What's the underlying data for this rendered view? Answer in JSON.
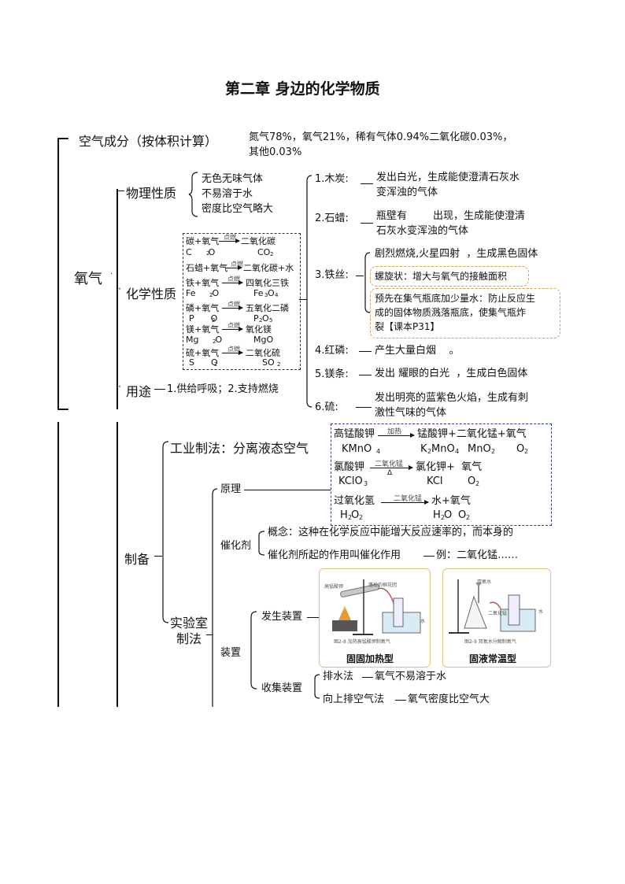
{
  "title": "第二章 身边的化学物质",
  "oxygen": {
    "label": "氧气",
    "air": {
      "label": "空气成分（按体积计算）",
      "line1": "氮气78%，氧气21%，稀有气体0.94%二氧化碳0.03%，",
      "line2": "其他0.03%"
    },
    "physical": {
      "label": "物理性质",
      "items": [
        "无色无味气体",
        "不易溶于水",
        "密度比空气略大"
      ]
    },
    "chemical": {
      "label": "化学性质",
      "condition": "点燃",
      "reactions": [
        {
          "words": "碳+氧气",
          "product": "二氧化碳",
          "formulas": "C      O",
          "prod_formula": "CO"
        },
        {
          "words": "石蜡+氧气",
          "product": "二氧化碳+水"
        },
        {
          "words": "铁+氧气",
          "product": "四氧化三铁",
          "formulas": "Fe      O",
          "prod_formula": "Fe"
        },
        {
          "words": "磷+氧气",
          "product": "五氧化二磷",
          "formulas": "P      O",
          "prod_formula": "P"
        },
        {
          "words": "镁+氧气",
          "product": "氧化镁",
          "formulas": "Mg      O",
          "prod_formula": "MgO"
        },
        {
          "words": "硫+氧气",
          "product": "二氧化硫",
          "formulas": "S      O",
          "prod_formula": "SO"
        }
      ]
    },
    "phenomena": [
      {
        "label": "1.木炭:",
        "line1": "发出白光，生成能使澄清石灰水",
        "line2": "变浑浊的气体"
      },
      {
        "label": "2.石蜡:",
        "line1": "瓶壁有        出现，生成能使澄清",
        "line2": "石灰水变浑浊的气体"
      },
      {
        "label": "3.铁丝:",
        "line1": "剧烈燃烧,火星四射  ，生成黑色固体",
        "spiral": "螺旋状：增大与氧气的接触面积",
        "prevent1": "预先在集气瓶底加少量水：防止反应生",
        "prevent2": "成的固体物质溅落瓶底，使集气瓶炸",
        "prevent3": "裂【课本P31】"
      },
      {
        "label": "4.红磷:",
        "line1": "产生大量白烟    。"
      },
      {
        "label": "5.镁条:",
        "line1": "发出 耀眼的白光  ，生成白色固体"
      },
      {
        "label": "6.硫:",
        "line1": "发出明亮的蓝紫色火焰，生成有刺",
        "line2": "激性气味的气体"
      }
    ],
    "uses": {
      "label": "用途",
      "text": "1.供给呼吸；2.支持燃烧"
    }
  },
  "prep": {
    "label": "制备",
    "industry": "工业制法：分离液态空气",
    "lab": {
      "label1": "实验室",
      "label2": "制法",
      "principle": "原理",
      "reactions": [
        {
          "words": "高锰酸钾",
          "condition": "加热",
          "products": "锰酸钾+二氧化锰+氧气",
          "f1": "KMnO",
          "f2": "K",
          "f3": "MnO",
          "f4": "O"
        },
        {
          "words": "氯酸钾",
          "condition": "二氧化锰",
          "condition2": "Δ",
          "products": "氯化钾+  氧气",
          "f1": "KClO",
          "f2": "KCl",
          "f3": "O"
        },
        {
          "words": "过氧化氢",
          "condition": "二氧化锰",
          "products": "水+氧气",
          "f1": "H",
          "f2": "H",
          "f3": "O"
        }
      ],
      "catalyst": {
        "label": "催化剂",
        "concept": "概念：这种在化学反应中能增大反应速率的，而本身的",
        "line2": "催化剂所起的作用叫催化作用",
        "example": "例：二氧化锰……"
      },
      "apparatus": {
        "label": "装置",
        "generator": "发生装置",
        "solid_heat": "固固加热型",
        "solid_liquid": "固液常温型",
        "fig1_cap": "图2-8  加热高锰酸钾制氧气",
        "fig1_l1": "高锰酸钾",
        "fig1_l2": "蓬松的棉花团",
        "fig1_l3": "水",
        "fig2_cap": "图2-9  双氧水分解制氧气",
        "fig2_l1": "双氧水",
        "fig2_l2": "二氧化锰",
        "fig2_l3": "水",
        "collector": "收集装置",
        "collect1": "排水法",
        "collect1b": "氧气不易溶于水",
        "collect2": "向上排空气法",
        "collect2b": "氧气密度比空气大"
      }
    }
  }
}
